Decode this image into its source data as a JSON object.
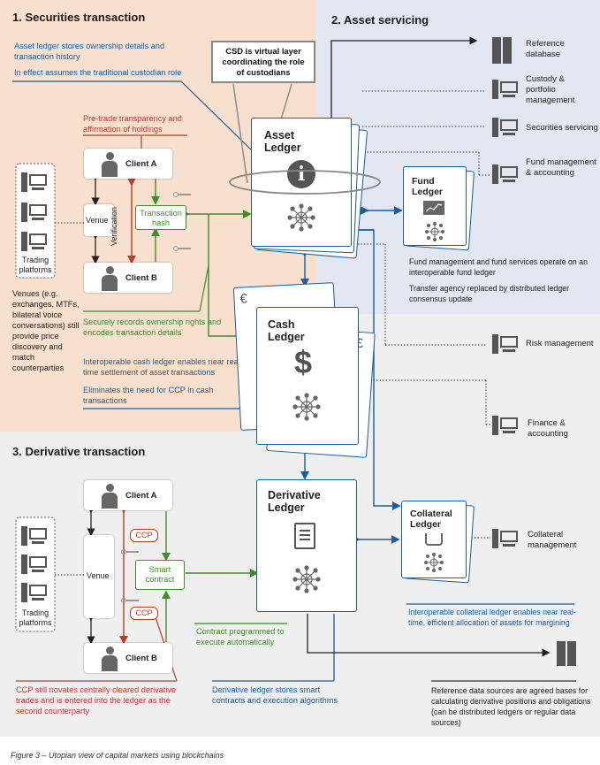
{
  "sections": {
    "securities": {
      "title": "1. Securities transaction"
    },
    "asset_servicing": {
      "title": "2. Asset servicing"
    },
    "derivative": {
      "title": "3. Derivative transaction"
    }
  },
  "notes": {
    "asset_ledger_stores": "Asset ledger stores ownership details and transaction history",
    "assumes_custodian": "In effect assumes the traditional custodian role",
    "csd_box": "CSD is virtual layer coordinating the role of custodians",
    "pretrade": "Pre-trade transparency  and affirmation of holdings",
    "secure_records": "Securely records ownership rights and encodes transaction details",
    "interop_cash": "Interoperable cash ledger enables near real-time settlement of asset transactions",
    "eliminates_ccp": "Eliminates the need for CCP in cash transactions",
    "venues_desc": "Venues (e.g. exchanges, MTFs, bilateral voice conversations) still provide price discovery and match counterparties",
    "fund_mgmt_note": "Fund management and fund services operate on an interoperable fund ledger",
    "transfer_agency": "Transfer agency replaced by distributed ledger consensus update",
    "interop_collateral": "Interoperable collateral ledger enables near real-time, efficient allocation of assets for margining",
    "contract_programmed": "Contract programmed to execute automatically",
    "ccp_novates": "CCP still novates centrally cleared derivative trades and is entered into the ledger as the second counterparty",
    "deriv_ledger_stores": "Derivative ledger stores smart contracts and execution algorithms",
    "reference_sources": "Reference data sources are agreed bases for calculating derivative positions and obligations (can be distributed ledgers or regular data sources)"
  },
  "ledgers": {
    "asset": "Asset Ledger",
    "cash": "Cash Ledger",
    "fund": "Fund Ledger",
    "derivative": "Derivative Ledger",
    "collateral": "Collateral Ledger"
  },
  "actors": {
    "client_a": "Client A",
    "client_b": "Client B",
    "venue": "Venue",
    "verification": "Verification",
    "transaction_hash": "Transaction hash",
    "trading_platforms": "Trading platforms",
    "ccp": "CCP",
    "smart_contract": "Smart contract"
  },
  "services": {
    "reference_database": "Reference database",
    "custody": "Custody & portfolio management",
    "securities_servicing": "Securities servicing",
    "fund_accounting": "Fund management & accounting",
    "risk_management": "Risk management",
    "finance_accounting": "Finance & accounting",
    "collateral_management": "Collateral management"
  },
  "currency_symbols": {
    "euro": "€",
    "pound": "£",
    "dollar": "$"
  },
  "icons": [
    "server-icon",
    "person-icon",
    "key-icon",
    "info-icon",
    "network-icon",
    "dollar-icon",
    "chart-icon",
    "basket-icon",
    "document-icon"
  ],
  "colors": {
    "blue": "#1b5d9b",
    "red": "#c0392b",
    "green": "#3f8c2a",
    "peach": "#f8e0cf",
    "lavender": "#e3e7f2",
    "grey": "#efefef"
  },
  "caption": "Figure 3 – Utopian view of capital markets using blockchains"
}
